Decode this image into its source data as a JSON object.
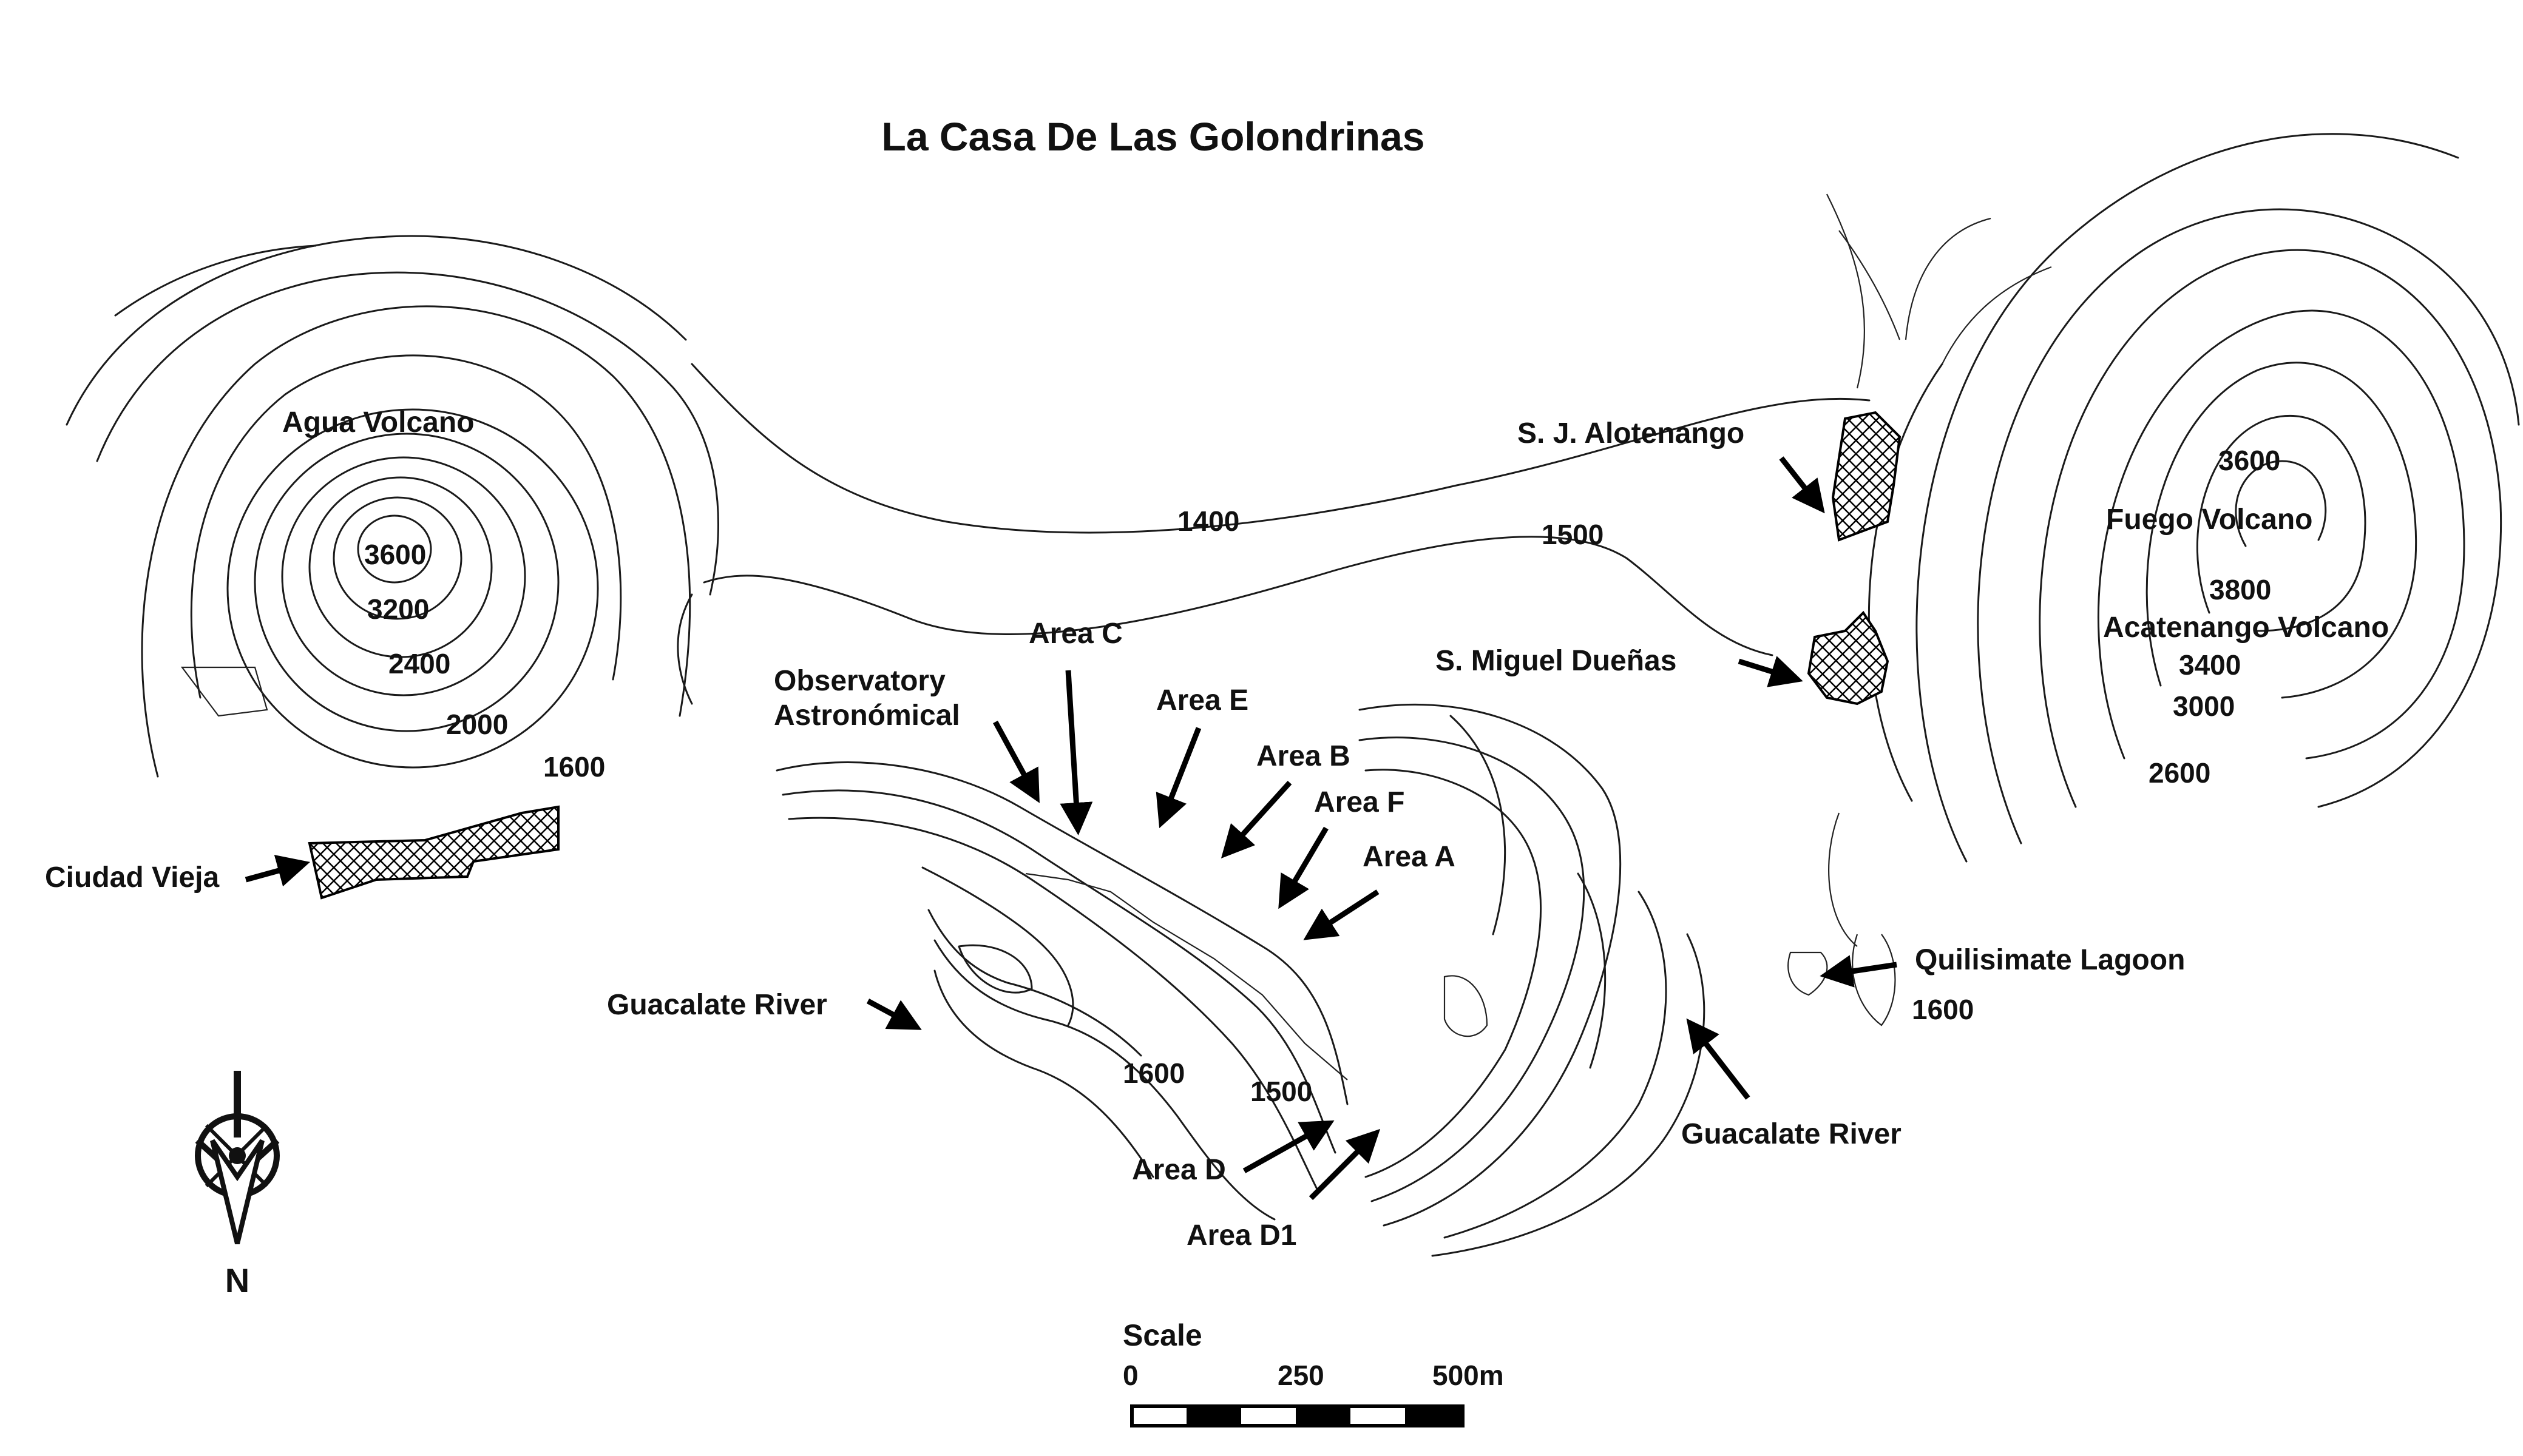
{
  "title": "La Casa De Las Golondrinas",
  "labels": {
    "agua_volcano": "Agua Volcano",
    "ciudad_vieja": "Ciudad Vieja",
    "observatory": [
      "Observatory",
      "Astronómical"
    ],
    "area_c": "Area C",
    "area_e": "Area E",
    "area_b": "Area B",
    "area_f": "Area F",
    "area_a": "Area A",
    "area_d": "Area D",
    "area_d1": "Area D1",
    "guacalate_river_west": "Guacalate River",
    "guacalate_river_east": "Guacalate River",
    "sj_alotenango": "S. J. Alotenango",
    "s_miguel_duenas": "S. Miguel Dueñas",
    "fuego_volcano": "Fuego Volcano",
    "acatenango_volcano": "Acatenango Volcano",
    "quilisimate_lagoon": "Quilisimate Lagoon"
  },
  "elevations": {
    "agua": [
      "3600",
      "3200",
      "2400",
      "2000",
      "1600"
    ],
    "valley": [
      "1400",
      "1500"
    ],
    "fuego": [
      "3600",
      "3800",
      "3400",
      "3000",
      "2600"
    ],
    "lagoon": "1600",
    "site": [
      "1600",
      "1500"
    ]
  },
  "north_arrow": {
    "icon": "north-arrow-icon",
    "label": "N"
  },
  "scale": {
    "title": "Scale",
    "ticks": [
      "0",
      "250",
      "500m"
    ]
  }
}
